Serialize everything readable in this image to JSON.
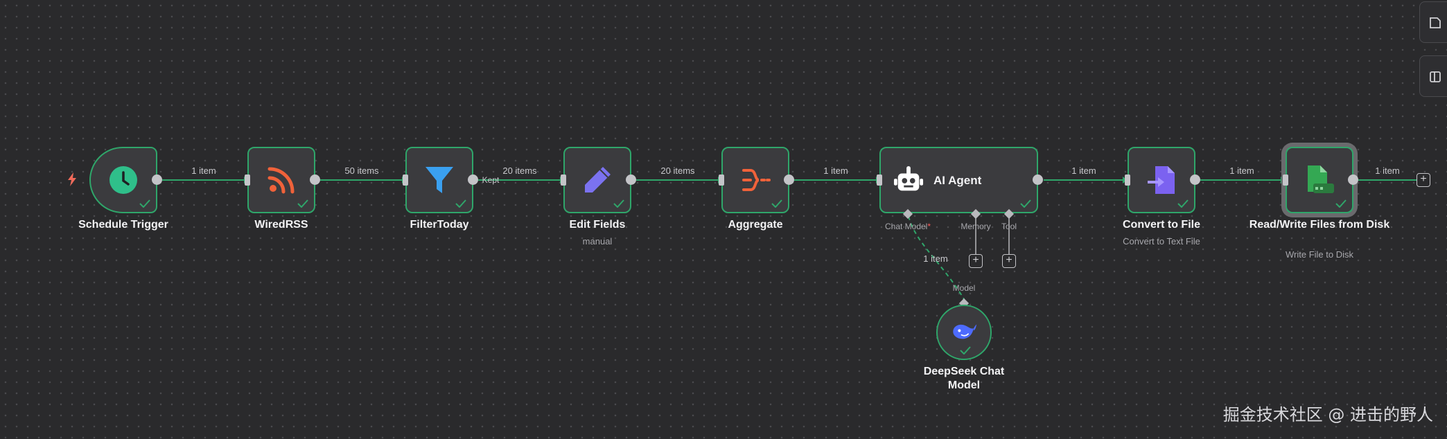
{
  "colors": {
    "success": "#2fa66a",
    "node_bg": "#3b3b3e",
    "canvas_bg": "#2a2a2c",
    "trigger_icon": "#2fbf8a",
    "rss_icon": "#f0623a",
    "filter_icon": "#3aa0f0",
    "edit_icon": "#7b72f0",
    "aggregate_icon": "#f0623a",
    "convert_icon": "#7b62f0",
    "files_icon": "#34a853",
    "deepseek_icon": "#4d6bfe",
    "required": "#ff5a5a"
  },
  "nodes": {
    "schedule_trigger": {
      "title": "Schedule Trigger",
      "icon": "clock-icon"
    },
    "wired_rss": {
      "title": "WiredRSS",
      "icon": "rss-icon"
    },
    "filter_today": {
      "title": "FilterToday",
      "icon": "filter-icon"
    },
    "edit_fields": {
      "title": "Edit Fields",
      "subtitle": "manual",
      "icon": "pencil-icon"
    },
    "aggregate": {
      "title": "Aggregate",
      "icon": "aggregate-icon"
    },
    "ai_agent": {
      "title": "AI Agent",
      "icon": "robot-icon",
      "inputs": {
        "chat_model": "Chat Model",
        "chat_model_required": "*",
        "memory": "Memory",
        "tool": "Tool"
      }
    },
    "convert_to_file": {
      "title": "Convert to File",
      "subtitle": "Convert to Text File",
      "icon": "file-convert-icon"
    },
    "read_write_files": {
      "title": "Read/Write Files from Disk",
      "subtitle": "Write File to Disk",
      "icon": "disk-file-icon"
    },
    "deepseek": {
      "title": "DeepSeek Chat Model",
      "port_label": "Model",
      "icon": "deepseek-whale-icon"
    }
  },
  "edges": {
    "e1": "1 item",
    "e2": "50 items",
    "e3_branch": "Kept",
    "e3": "20 items",
    "e4": "20 items",
    "e5": "1 item",
    "e6": "1 item",
    "e7": "1 item",
    "e8": "1 item",
    "model_link": "1 item"
  },
  "controls": {
    "add_symbol": "+"
  },
  "watermark": "掘金技术社区 @ 进击的野人"
}
